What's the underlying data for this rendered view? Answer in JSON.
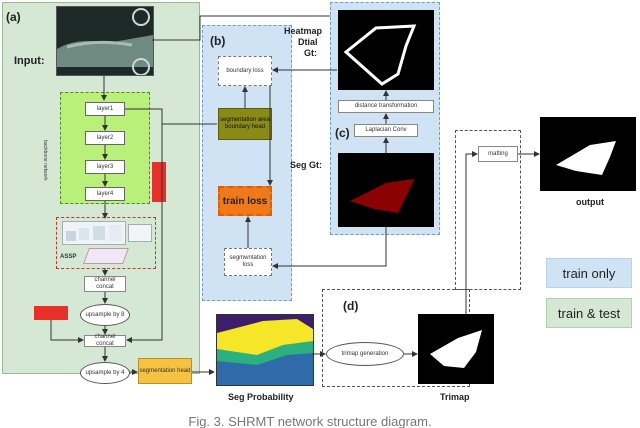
{
  "panels": {
    "a": "(a)",
    "b": "(b)",
    "c": "(c)",
    "d": "(d)"
  },
  "labels": {
    "input": "Input:",
    "heatmap": "Heatmap",
    "dtial": "Dtial",
    "gt": "Gt:",
    "seg_gt": "Seg Gt:",
    "output": "output",
    "seg_probability": "Seg Probability",
    "trimap": "Trimap",
    "assp": "ASSP",
    "backbone": "backbone network"
  },
  "boxes": {
    "layer1": "layer1",
    "layer2": "layer2",
    "layer3": "layer3",
    "layer4": "layer4",
    "channel_concat_1": "channel concat",
    "upsample_8": "upsample by 8",
    "channel_concat_2": "channel concat",
    "upsample_4": "upsample by 4",
    "segmentation_head": "segmentation head",
    "boundary_loss": "boundary loss",
    "seg_area_boundary_head": "segmentation area boundary head",
    "train_loss": "train loss",
    "segmentation_loss": "segmwntation loss",
    "distance_transformation": "distance transformation",
    "laplacian_conv": "Laplacian Conv",
    "matting": "matting",
    "trimap_generation": "trimap generation"
  },
  "legend": {
    "train_only": "train only",
    "train_test": "train & test"
  },
  "caption": "Fig. 3. SHRMT network structure diagram.",
  "colors": {
    "panel_green": "#d4e8d4",
    "panel_blue": "#cfe3f5",
    "backbone_green": "#b8f07a",
    "red_block": "#e8302a",
    "olive_head": "#8a8a16",
    "orange_loss": "#f07a1a",
    "seg_head_yellow": "#f5c242"
  }
}
